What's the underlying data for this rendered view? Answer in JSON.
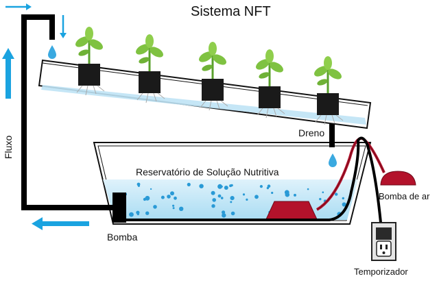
{
  "title": "Sistema NFT",
  "labels": {
    "flow": "Fluxo",
    "drain": "Dreno",
    "reservoir": "Reservatório de Solução Nutritiva",
    "pump": "Bomba",
    "air_pump": "Bomba de ar",
    "timer": "Temporizador"
  },
  "colors": {
    "water": "#cfe9f7",
    "water_deep": "#9fd6f1",
    "arrow": "#1aa3e0",
    "pipe": "#000000",
    "air_tube": "#b3122b",
    "plant": "#7fc241"
  },
  "plant_count": 5
}
